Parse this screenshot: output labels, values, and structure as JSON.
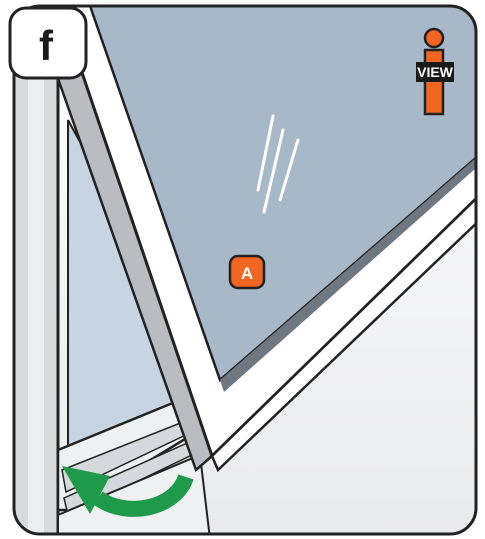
{
  "step": {
    "letter": "f"
  },
  "view_badge": {
    "label": "VIEW",
    "icon": "info-person-icon",
    "color": "#f26522"
  },
  "callouts": [
    {
      "label": "A",
      "color": "#f26522"
    }
  ],
  "arrow": {
    "icon": "curved-arrow-icon",
    "color": "#1f9a4a"
  },
  "colors": {
    "glass": "#a7b8c9",
    "back_glass": "#c7d5e3",
    "frame_border": "#222222",
    "background": "#ffffff"
  }
}
